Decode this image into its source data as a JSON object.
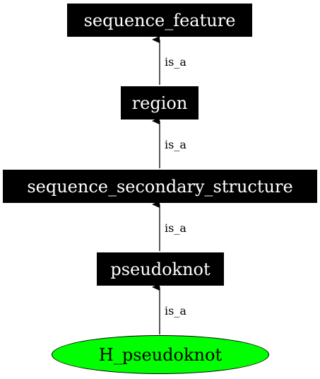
{
  "diagram": {
    "nodes": [
      {
        "id": "sequence_feature",
        "label": "sequence_feature",
        "shape": "box",
        "fill": "#000000",
        "text_color": "#ffffff"
      },
      {
        "id": "region",
        "label": "region",
        "shape": "box",
        "fill": "#000000",
        "text_color": "#ffffff"
      },
      {
        "id": "sequence_secondary_structure",
        "label": "sequence_secondary_structure",
        "shape": "box",
        "fill": "#000000",
        "text_color": "#ffffff"
      },
      {
        "id": "pseudoknot",
        "label": "pseudoknot",
        "shape": "box",
        "fill": "#000000",
        "text_color": "#ffffff"
      },
      {
        "id": "H_pseudoknot",
        "label": "H_pseudoknot",
        "shape": "ellipse",
        "fill": "#00ff00",
        "text_color": "#000000"
      }
    ],
    "edges": [
      {
        "from": "region",
        "to": "sequence_feature",
        "label": "is_a"
      },
      {
        "from": "sequence_secondary_structure",
        "to": "region",
        "label": "is_a"
      },
      {
        "from": "pseudoknot",
        "to": "sequence_secondary_structure",
        "label": "is_a"
      },
      {
        "from": "H_pseudoknot",
        "to": "pseudoknot",
        "label": "is_a"
      }
    ]
  }
}
